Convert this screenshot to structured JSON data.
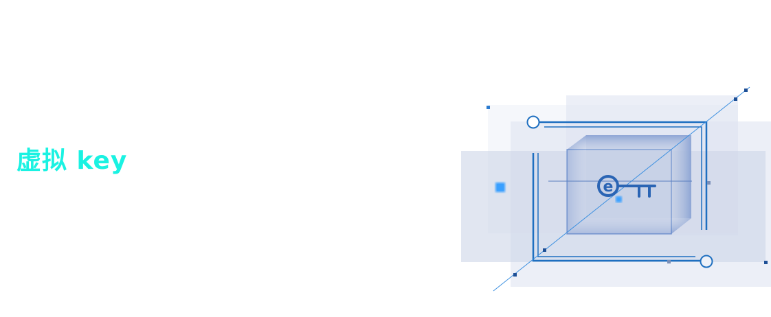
{
  "title": "虚拟 key",
  "illustration": {
    "name": "virtual-key-illustration",
    "key_glyph": "e"
  },
  "colors": {
    "title": "#1af2e2",
    "accent": "#1e6fc0",
    "glow": "#3aa0ff"
  }
}
